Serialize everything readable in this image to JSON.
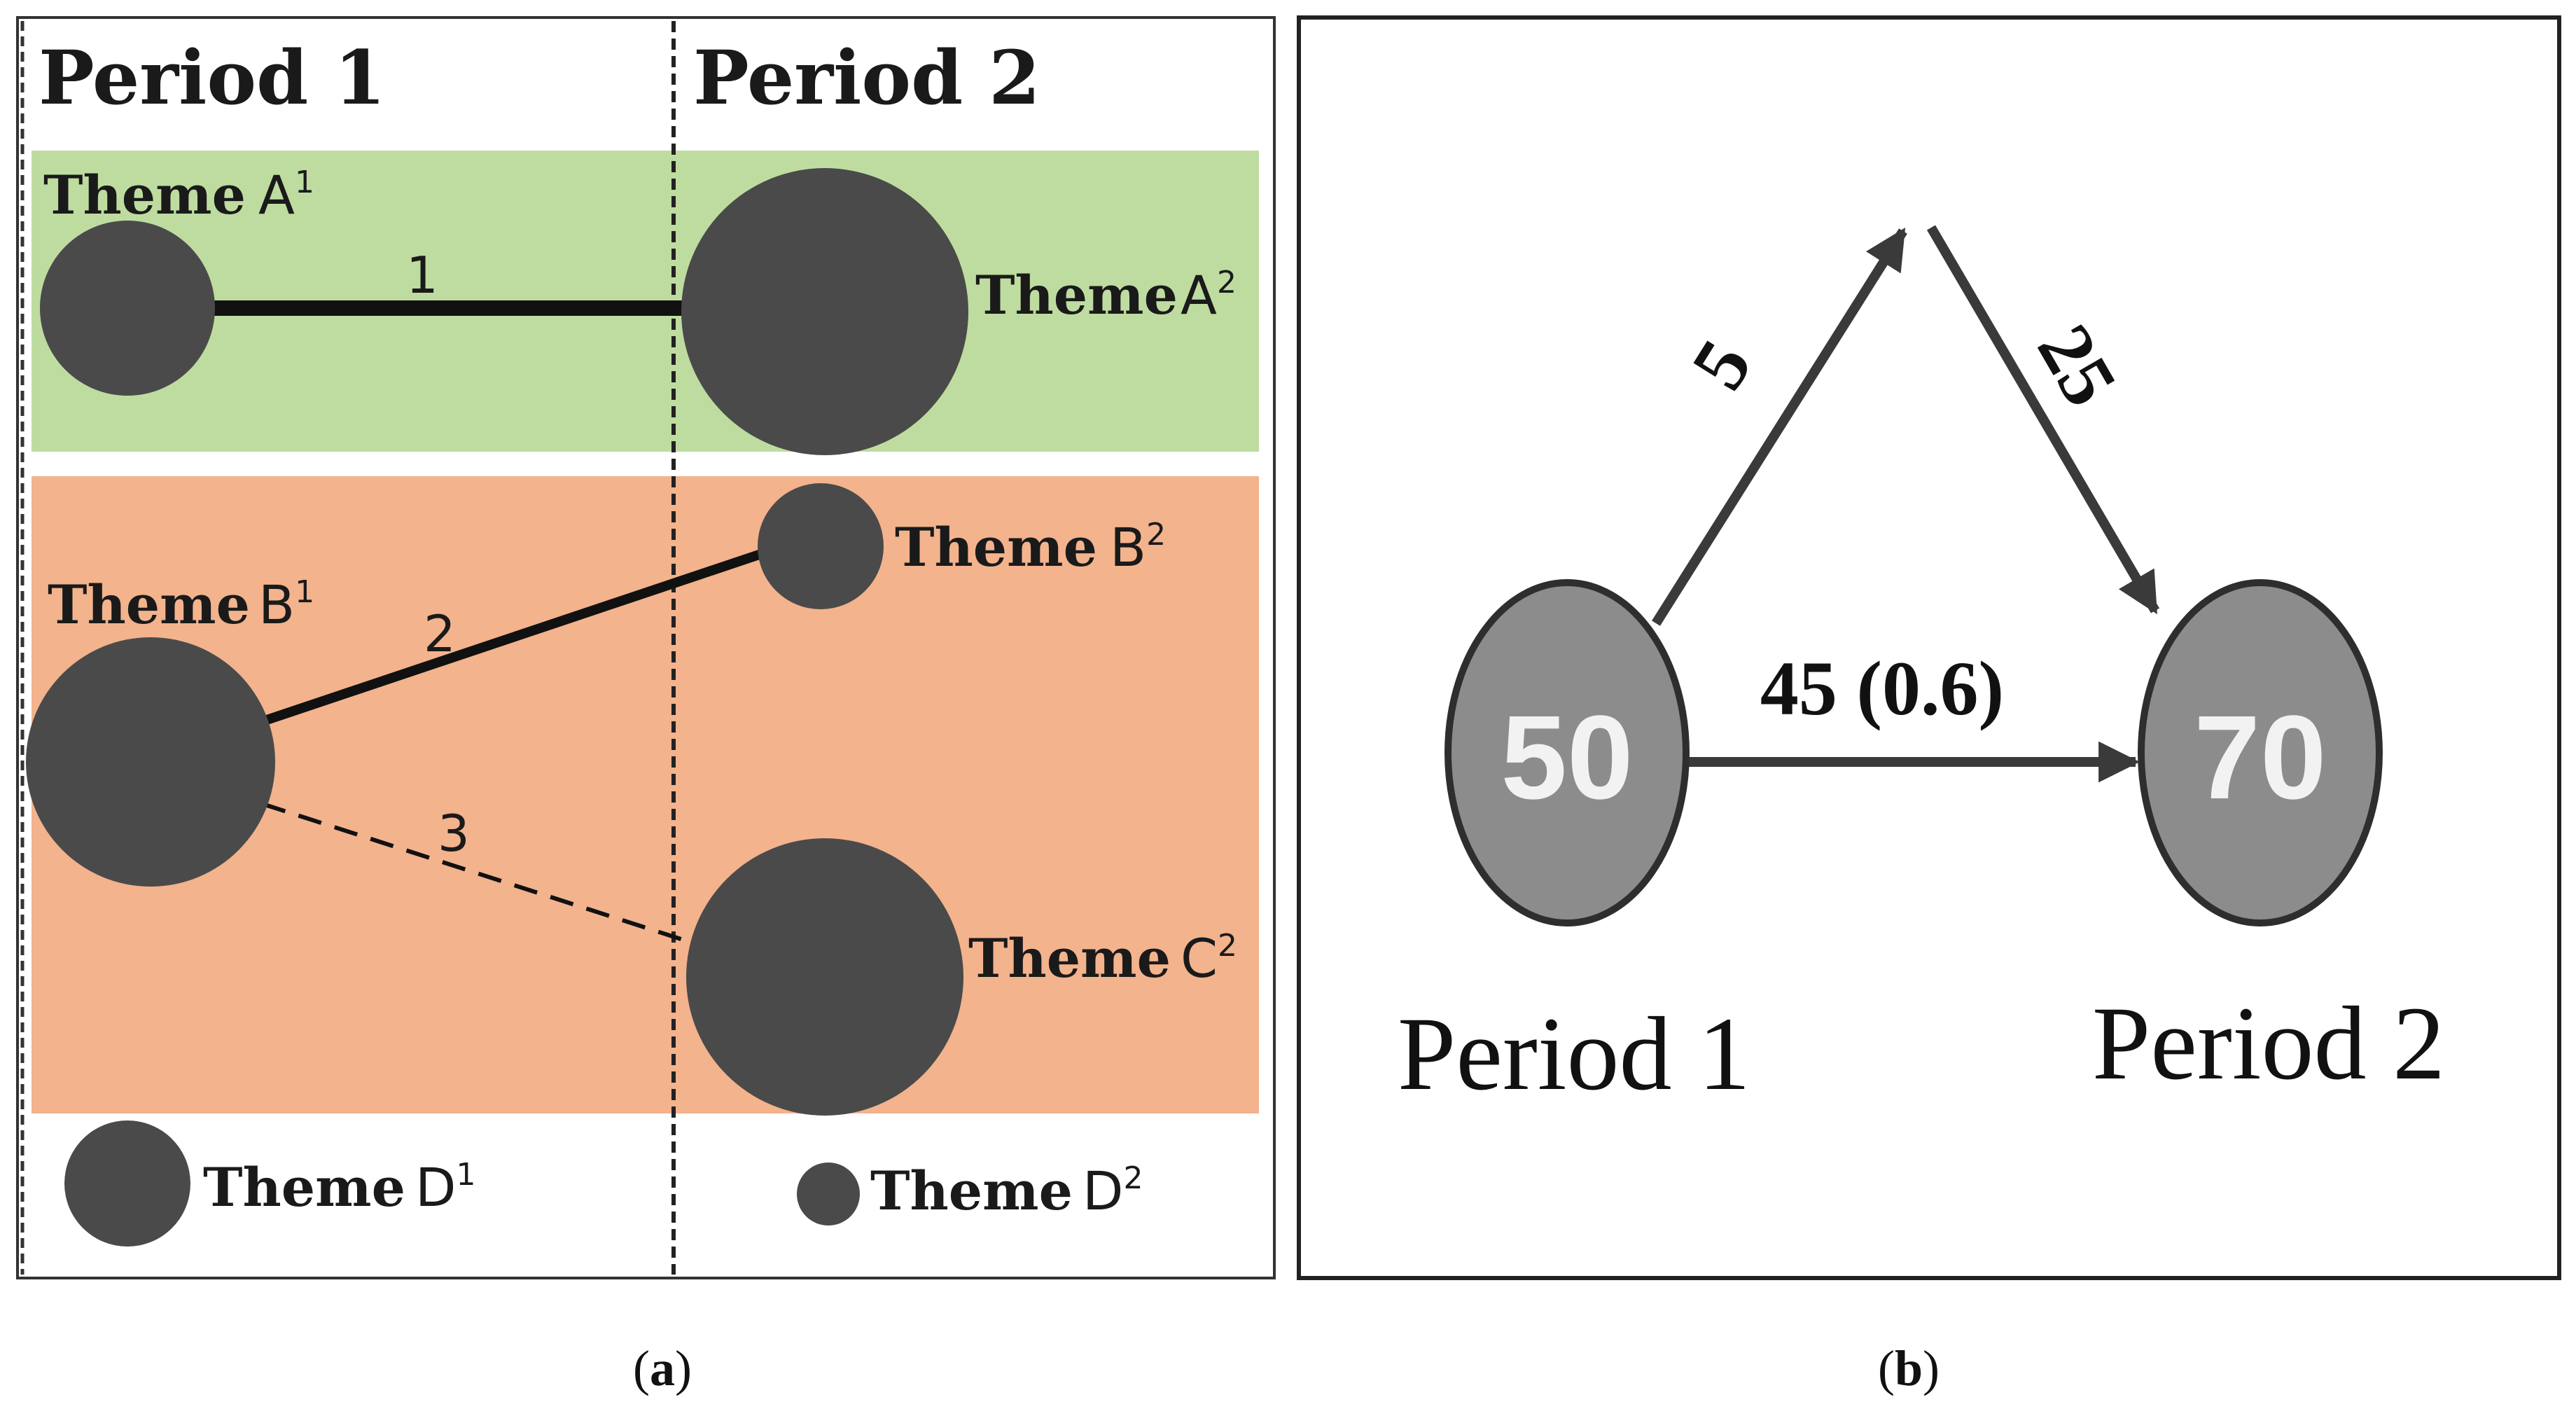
{
  "panel_a": {
    "period1_title": "Period 1",
    "period2_title": "Period 2",
    "theme_word": "Theme",
    "themes": {
      "a1": {
        "letter": "A",
        "sup": "1"
      },
      "a2": {
        "letter": "A",
        "sup": "2"
      },
      "b1": {
        "letter": "B",
        "sup": "1"
      },
      "b2": {
        "letter": "B",
        "sup": "2"
      },
      "c2": {
        "letter": "C",
        "sup": "2"
      },
      "d1": {
        "letter": "D",
        "sup": "1"
      },
      "d2": {
        "letter": "D",
        "sup": "2"
      }
    },
    "edges": {
      "e1": "1",
      "e2": "2",
      "e3": "3"
    },
    "colors": {
      "green_band": "#bedca0",
      "orange_band": "#f3b38d",
      "node": "#4a4a4a"
    },
    "caption": {
      "open": "(",
      "letter": "a",
      "close": ")"
    }
  },
  "panel_b": {
    "node1_value": "50",
    "node2_value": "70",
    "period1_label": "Period 1",
    "period2_label": "Period 2",
    "flow_in": "5",
    "flow_out": "25",
    "flow_direct": "45  (0.6)",
    "colors": {
      "node_fill": "#8c8c8c",
      "arrow": "#3a3a3a"
    },
    "caption": {
      "open": "(",
      "letter": "b",
      "close": ")"
    }
  }
}
